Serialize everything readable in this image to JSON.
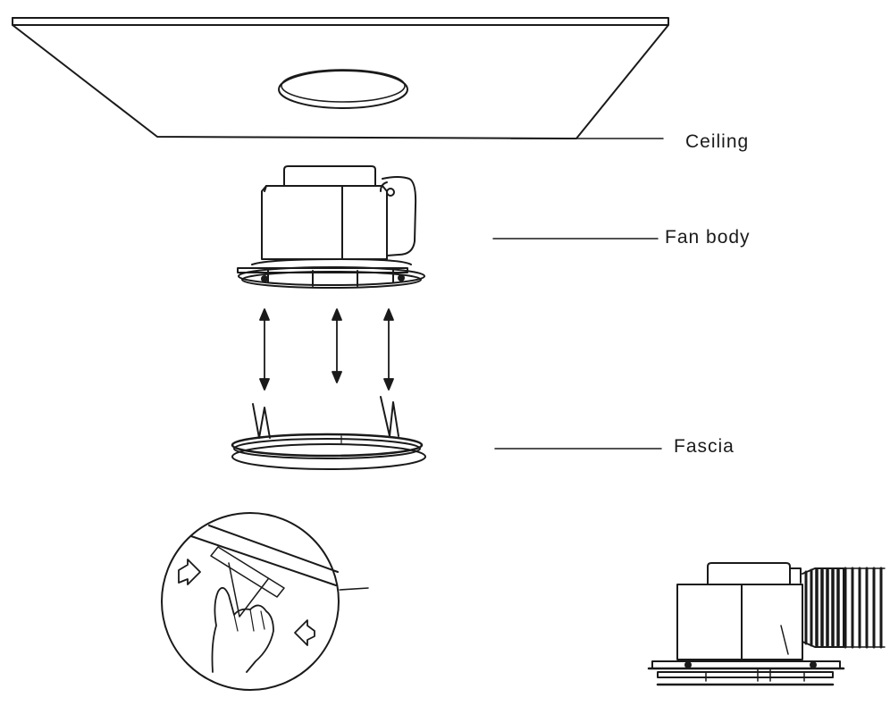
{
  "labels": {
    "ceiling": "Ceiling",
    "fan_body": "Fan body",
    "fascia": "Fascia"
  },
  "colors": {
    "line": "#1a1a1a",
    "background": "#ffffff"
  },
  "arrows": {
    "count": 3,
    "style": "double-headed vertical"
  }
}
